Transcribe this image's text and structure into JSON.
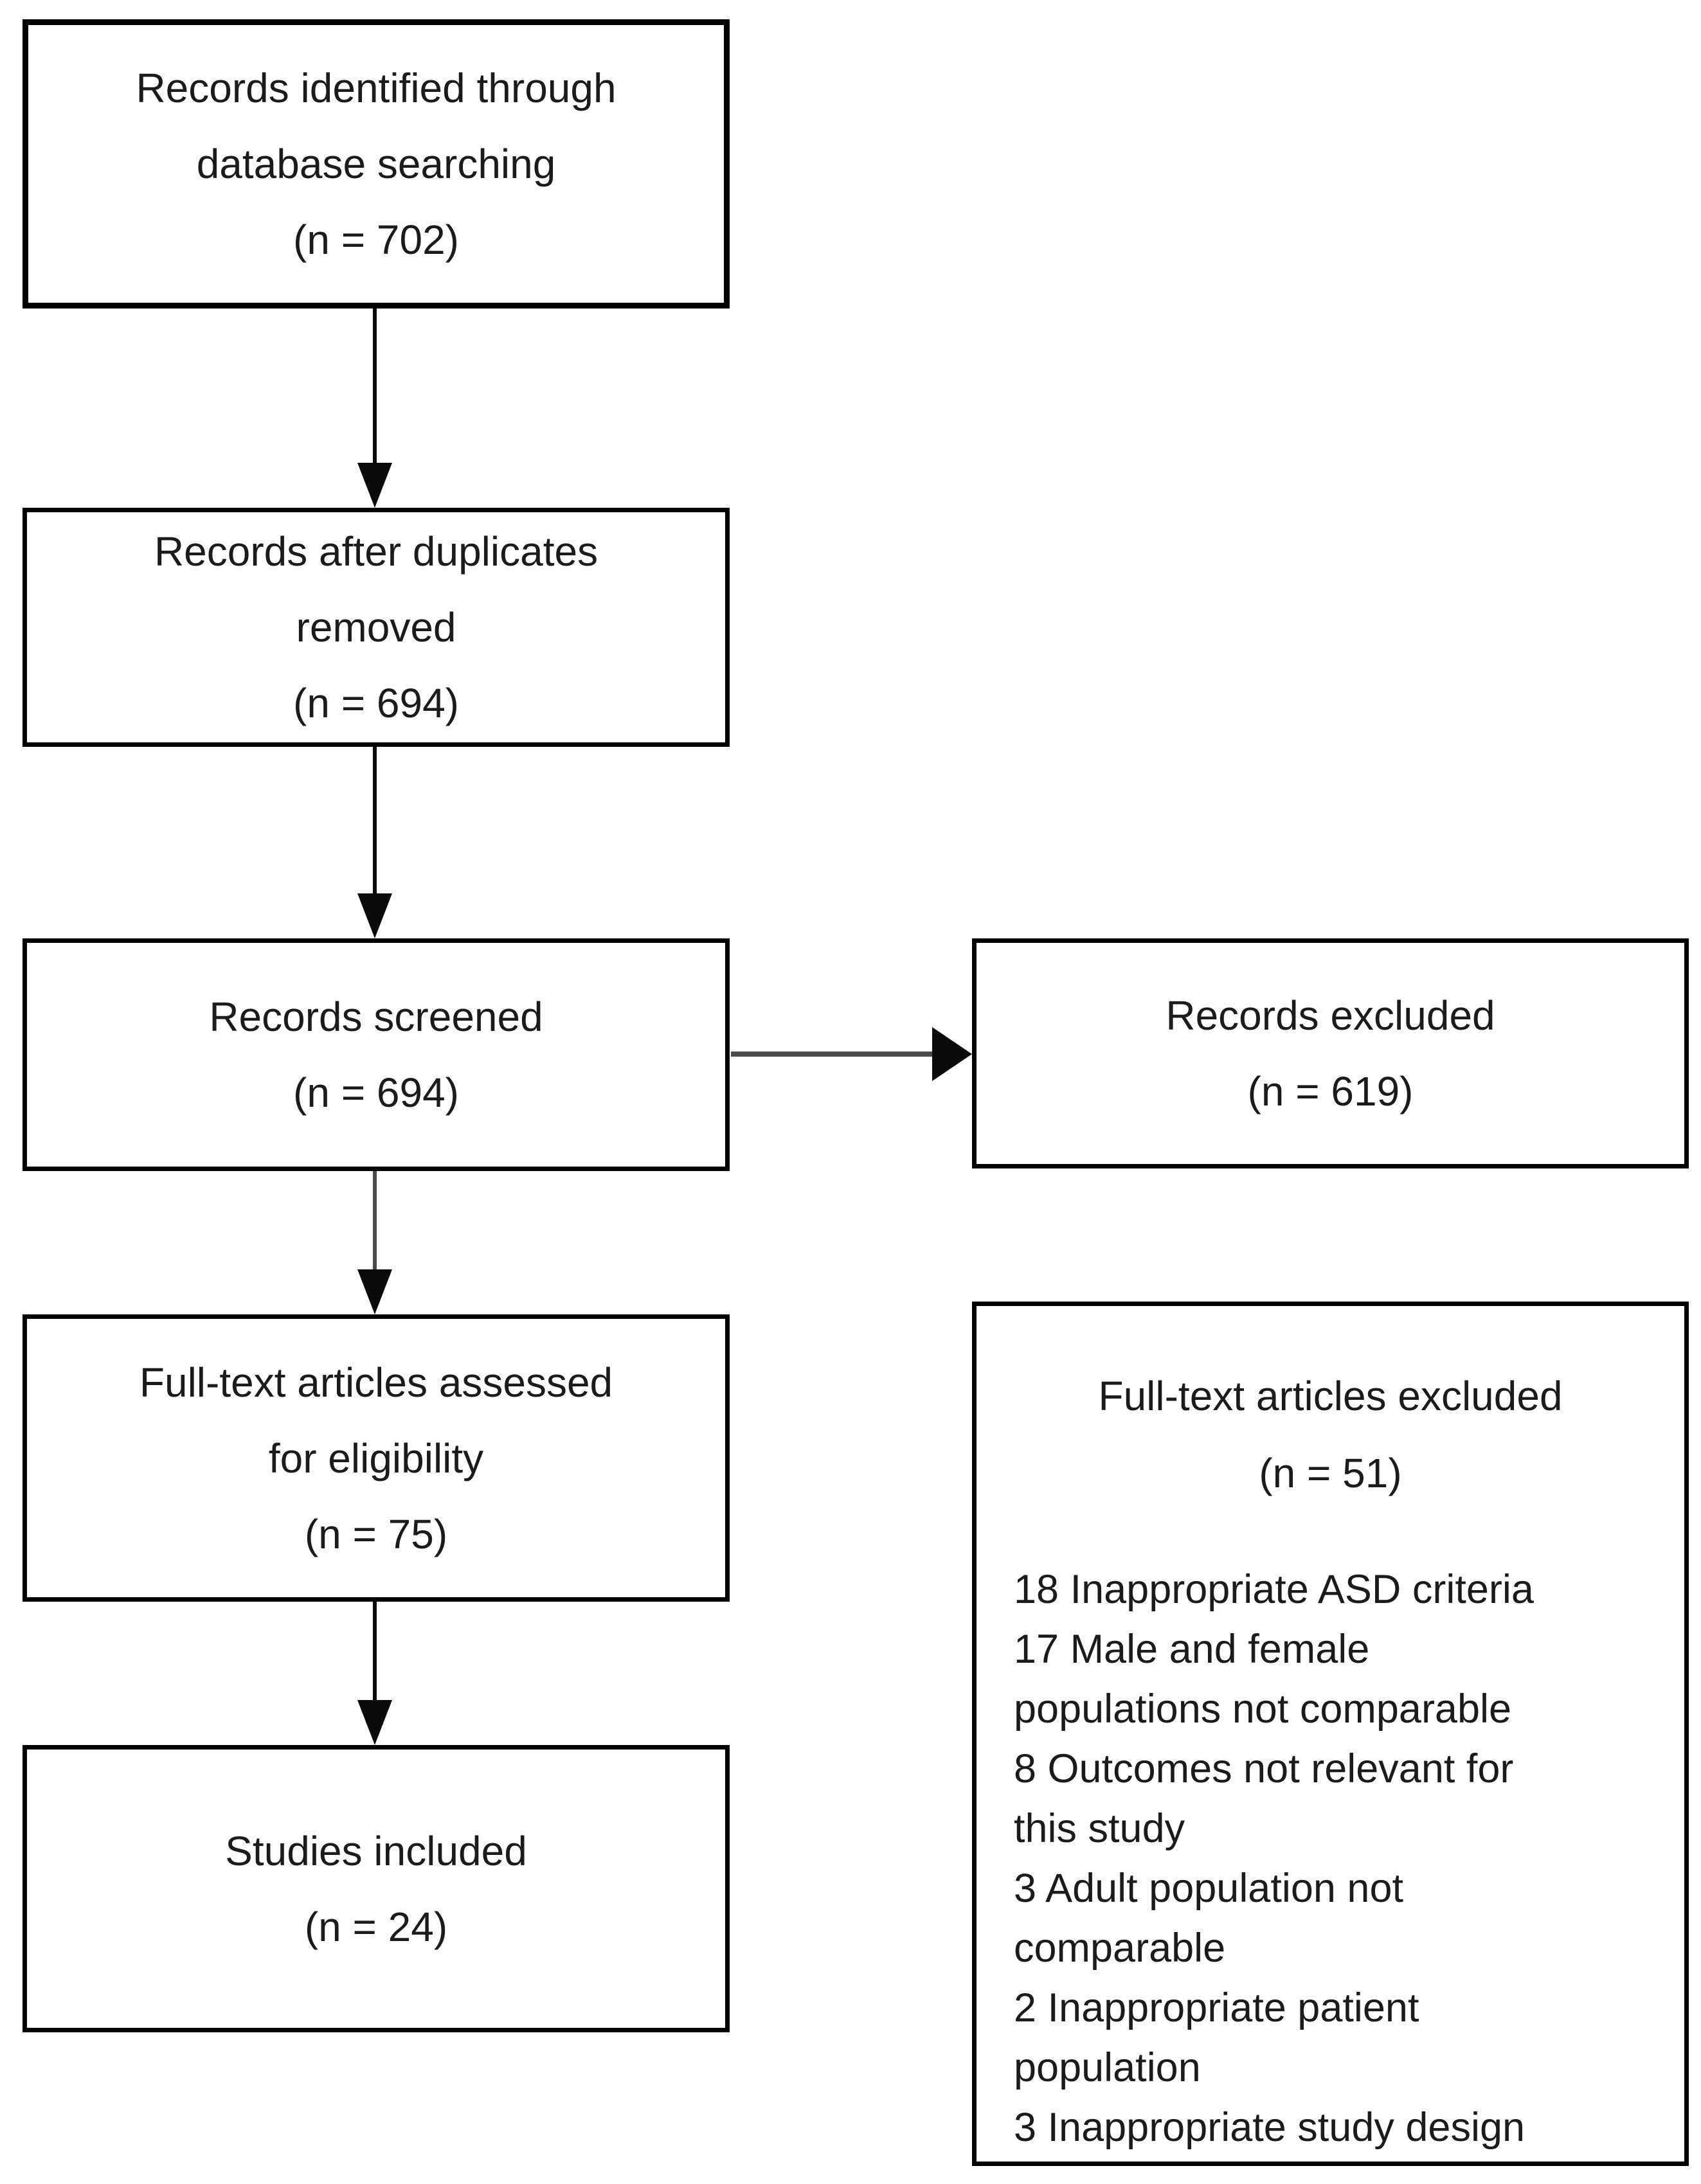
{
  "colors": {
    "background": "#ffffff",
    "box_border": "#000000",
    "text": "#1b1b1b",
    "arrow_black": "#0a0a0a",
    "arrow_gray": "#4a4a4a"
  },
  "boxes": {
    "identified": {
      "label": "Records identified through database searching",
      "count": "(n = 702)"
    },
    "deduplicated": {
      "label": "Records after duplicates removed",
      "count": "(n = 694)"
    },
    "screened": {
      "label": "Records screened",
      "count": "(n = 694)"
    },
    "fulltext": {
      "label": "Full-text articles assessed for eligibility",
      "count": "(n = 75)"
    },
    "included": {
      "label": "Studies included",
      "count": "(n = 24)"
    },
    "excluded": {
      "label": "Records excluded",
      "count": "(n = 619)"
    },
    "fulltext_excluded": {
      "label": "Full-text articles excluded",
      "count": "(n = 51)",
      "reasons": [
        "18 Inappropriate ASD criteria",
        "17 Male and female populations not comparable",
        "8 Outcomes not relevant for this study",
        "3 Adult population not comparable",
        "2 Inappropriate patient population",
        "3 Inappropriate study design"
      ]
    }
  },
  "arrows": [
    {
      "from": "identified",
      "to": "deduplicated",
      "direction": "down"
    },
    {
      "from": "deduplicated",
      "to": "screened",
      "direction": "down"
    },
    {
      "from": "screened",
      "to": "excluded",
      "direction": "right"
    },
    {
      "from": "screened",
      "to": "fulltext",
      "direction": "down"
    },
    {
      "from": "fulltext",
      "to": "fulltext_excluded",
      "direction": "right"
    },
    {
      "from": "fulltext",
      "to": "included",
      "direction": "down"
    }
  ]
}
